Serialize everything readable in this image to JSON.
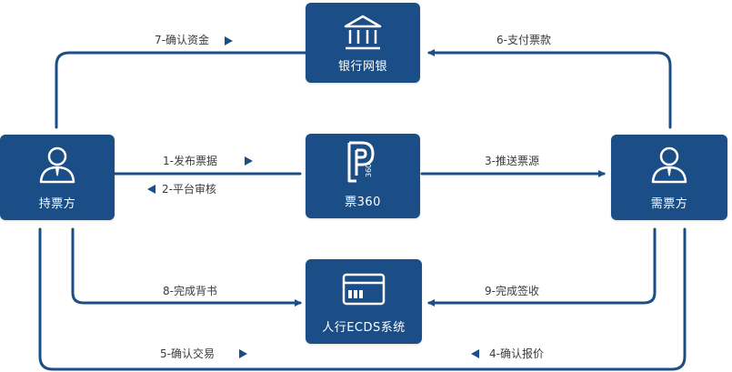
{
  "colors": {
    "node_fill": "#1b4e86",
    "line": "#1b4e86",
    "text": "#3a3a3a"
  },
  "nodes": {
    "bank": {
      "label": "银行网银",
      "icon": "bank-icon"
    },
    "holder": {
      "label": "持票方",
      "icon": "user-icon"
    },
    "piao360": {
      "label": "票360",
      "icon": "piao360-logo-icon"
    },
    "buyer": {
      "label": "需票方",
      "icon": "user-icon"
    },
    "ecds": {
      "label": "人行ECDS系统",
      "icon": "card-icon"
    }
  },
  "edges": {
    "e1": "1-发布票据",
    "e2": "2-平台审核",
    "e3": "3-推送票源",
    "e4": "4-确认报价",
    "e5": "5-确认交易",
    "e6": "6-支付票款",
    "e7": "7-确认资金",
    "e8": "8-完成背书",
    "e9": "9-完成签收"
  }
}
